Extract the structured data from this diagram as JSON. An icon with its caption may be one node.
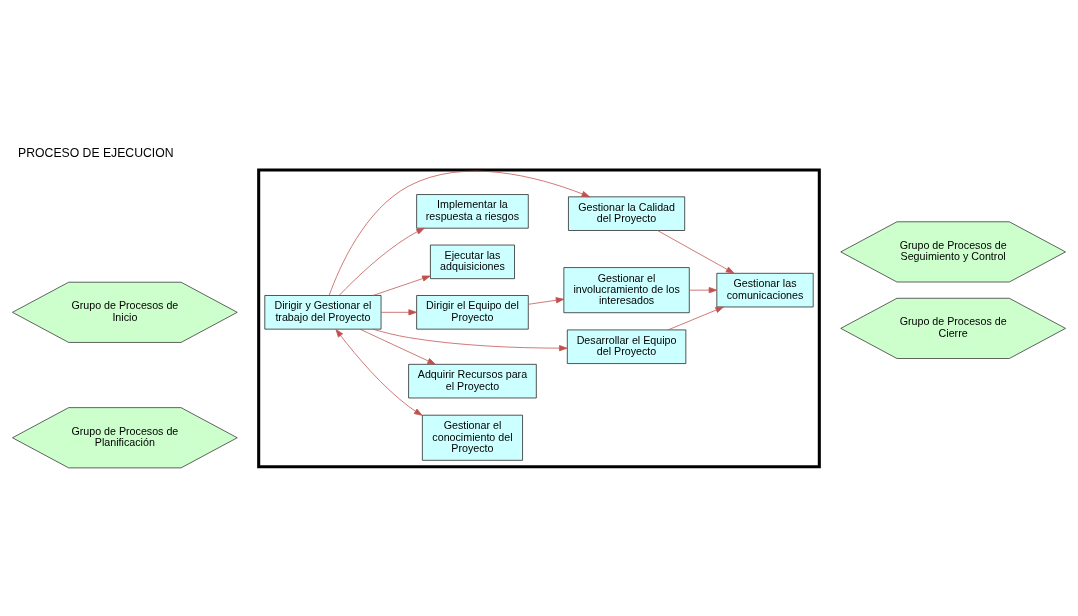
{
  "diagram": {
    "title": "PROCESO DE EJECUCION",
    "nodes": [
      {
        "text": [],
        "shape": "box"
      },
      {
        "text": [
          "Grupo de Procesos de Inicio"
        ]
      },
      {
        "text": [
          "Grupo de Procesos de Seguimiento y Control"
        ]
      },
      {
        "text": [
          "Gestionar la Calidad del Proyecto"
        ],
        "in": 0
      },
      {
        "text": [
          "Adquirir Recursos para el Proyecto"
        ],
        "in": 0
      },
      {
        "text": [
          "Dirigir y Gestionar el trabajo del Proyecto"
        ],
        "in": 0
      },
      {
        "text": [
          "Desarrollar el Equipo del Proyecto"
        ],
        "in": 0
      },
      {
        "text": [
          "Gestionar las comunicaciones"
        ],
        "in": 0
      },
      {
        "text": [
          "Gestionar el conocimiento del Proyecto"
        ],
        "in": 0
      },
      {
        "text": [
          "Dirigir el Equipo del Proyecto"
        ],
        "in": 0
      },
      {
        "text": [
          "Gestionar el involucramiento de los interesados"
        ],
        "in": 0
      },
      {
        "text": [
          "Ejecutar las adquisiciones"
        ],
        "in": 0
      },
      {
        "text": [
          "Grupo de Procesos de Planificación"
        ]
      },
      {
        "text": [
          "Implementar la respuesta a riesgos"
        ],
        "in": 0
      },
      {
        "text": [
          "Grupo de Procesos de Cierre"
        ]
      }
    ],
    "edges": [
      {
        "from": 5,
        "to": 3,
        "arrow": "to"
      },
      {
        "from": 5,
        "to": 4,
        "arrow": "to"
      },
      {
        "from": 5,
        "to": 6,
        "arrow": "to"
      },
      {
        "from": 5,
        "to": 9,
        "arrow": "to"
      },
      {
        "from": 5,
        "to": 11,
        "arrow": "to"
      },
      {
        "from": 5,
        "to": 13,
        "arrow": "to"
      },
      {
        "from": 5,
        "to": 8,
        "arrow": "both"
      },
      {
        "from": 3,
        "to": 7,
        "arrow": "to"
      },
      {
        "from": 6,
        "to": 7,
        "arrow": "to"
      },
      {
        "from": 9,
        "to": 10,
        "arrow": "to"
      },
      {
        "from": 10,
        "to": 7,
        "arrow": "to"
      }
    ]
  }
}
